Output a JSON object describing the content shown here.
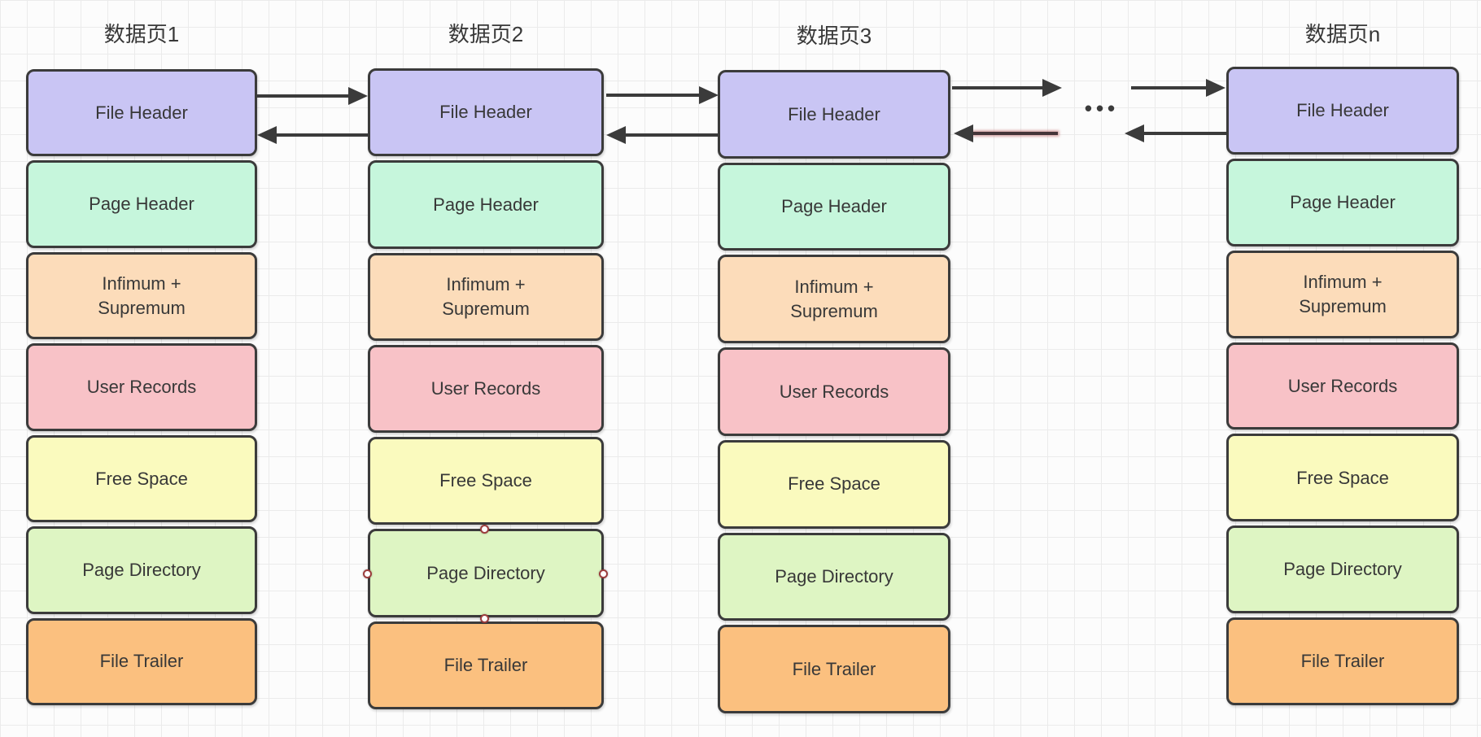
{
  "diagram": {
    "canvas_bg": "#fcfcfc",
    "grid_color": "#ebebeb",
    "border_color": "#3b3b3b",
    "text_color": "#383838",
    "arrow_color": "#3b3b3b",
    "red_arrow_glow_color": "#c78282",
    "handle_border_color": "#9c3d3d",
    "ellipsis": "•••",
    "pages": [
      {
        "title": "数据页1",
        "blocks": [
          {
            "label": "File Header",
            "color": "#c9c5f4"
          },
          {
            "label": "Page Header",
            "color": "#c6f6dc"
          },
          {
            "label": "Infimum + Supremum",
            "color": "#fcdcba"
          },
          {
            "label": "User Records",
            "color": "#f8c2c7"
          },
          {
            "label": "Free Space",
            "color": "#fafabe"
          },
          {
            "label": "Page Directory",
            "color": "#def5c3"
          },
          {
            "label": "File Trailer",
            "color": "#fbc07f"
          }
        ]
      },
      {
        "title": "数据页2",
        "blocks": [
          {
            "label": "File Header",
            "color": "#c9c5f4"
          },
          {
            "label": "Page Header",
            "color": "#c6f6dc"
          },
          {
            "label": "Infimum + Supremum",
            "color": "#fcdcba"
          },
          {
            "label": "User Records",
            "color": "#f8c2c7"
          },
          {
            "label": "Free Space",
            "color": "#fafabe"
          },
          {
            "label": "Page Directory",
            "color": "#def5c3"
          },
          {
            "label": "File Trailer",
            "color": "#fbc07f"
          }
        ]
      },
      {
        "title": "数据页3",
        "blocks": [
          {
            "label": "File Header",
            "color": "#c9c5f4"
          },
          {
            "label": "Page Header",
            "color": "#c6f6dc"
          },
          {
            "label": "Infimum + Supremum",
            "color": "#fcdcba"
          },
          {
            "label": "User Records",
            "color": "#f8c2c7"
          },
          {
            "label": "Free Space",
            "color": "#fafabe"
          },
          {
            "label": "Page Directory",
            "color": "#def5c3"
          },
          {
            "label": "File Trailer",
            "color": "#fbc07f"
          }
        ]
      },
      {
        "title": "数据页n",
        "blocks": [
          {
            "label": "File Header",
            "color": "#c9c5f4"
          },
          {
            "label": "Page Header",
            "color": "#c6f6dc"
          },
          {
            "label": "Infimum + Supremum",
            "color": "#fcdcba"
          },
          {
            "label": "User Records",
            "color": "#f8c2c7"
          },
          {
            "label": "Free Space",
            "color": "#fafabe"
          },
          {
            "label": "Page Directory",
            "color": "#def5c3"
          },
          {
            "label": "File Trailer",
            "color": "#fbc07f"
          }
        ]
      }
    ]
  }
}
